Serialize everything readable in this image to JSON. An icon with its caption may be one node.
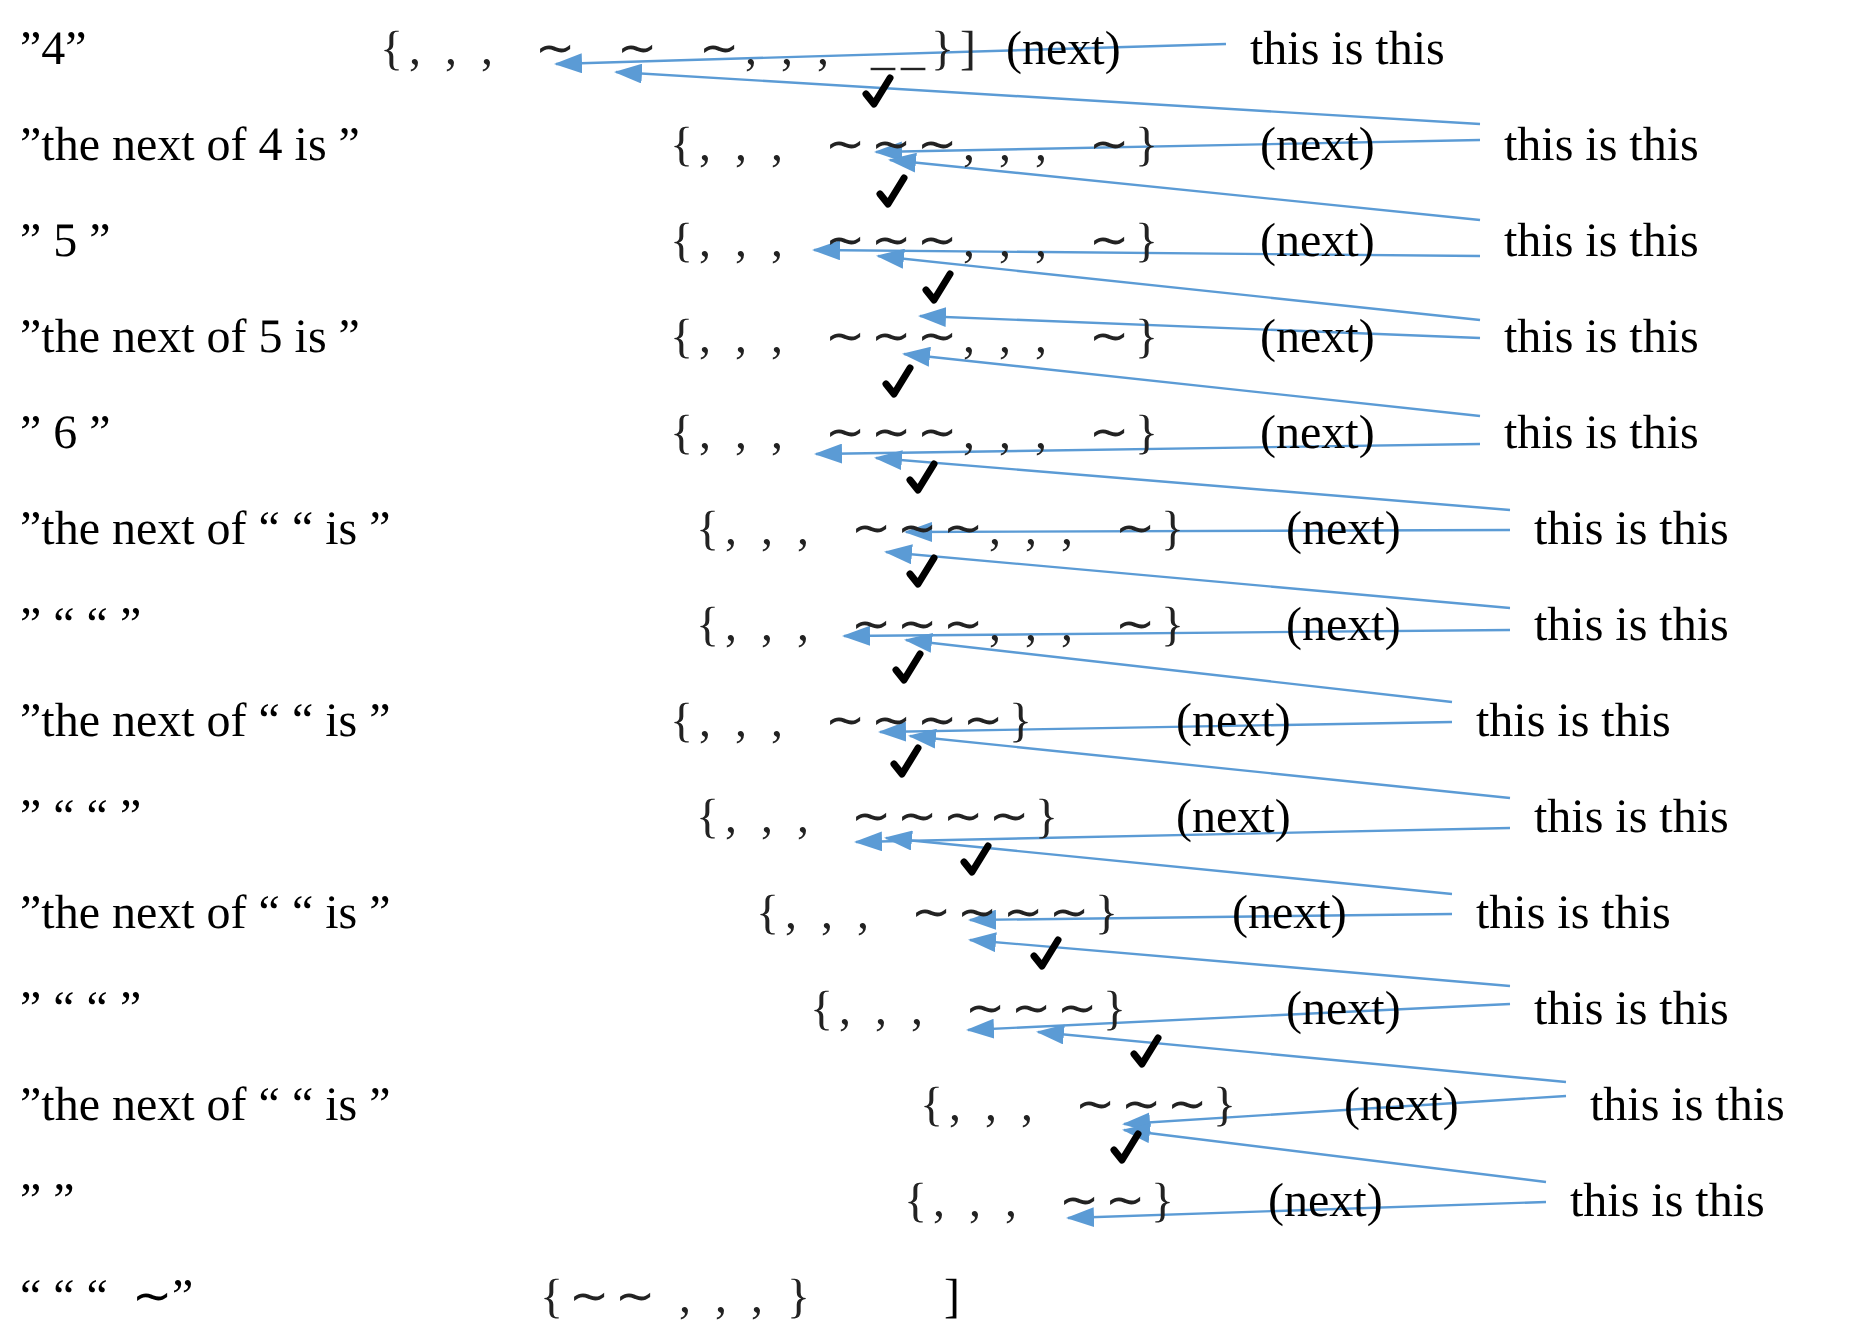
{
  "diagram": {
    "nodes": [
      {
        "text": [
          "{, , ,  ∼  ∼  ∼, , ,  __}]"
        ]
      },
      {
        "text": [
          "this is this"
        ]
      },
      {
        "text": [
          "{, , ,  ∼∼∼, , ,  ∼}"
        ]
      },
      {
        "text": [
          "this is this"
        ]
      },
      {
        "text": [
          "{, , ,  ∼∼∼, , ,  ∼}"
        ]
      },
      {
        "text": [
          "this is this"
        ]
      },
      {
        "text": [
          "{, , ,  ∼∼∼, , ,  ∼}"
        ]
      },
      {
        "text": [
          "this is this"
        ]
      },
      {
        "text": [
          "{, , ,  ∼∼∼, , ,  ∼}"
        ]
      },
      {
        "text": [
          "this is this"
        ]
      },
      {
        "text": [
          "{, , ,  ∼∼∼, , ,  ∼}"
        ]
      },
      {
        "text": [
          "this is this"
        ]
      },
      {
        "text": [
          "{, , ,  ∼∼∼, , ,  ∼}"
        ]
      },
      {
        "text": [
          "this is this"
        ]
      },
      {
        "text": [
          "{, , ,  ∼∼∼∼}"
        ]
      },
      {
        "text": [
          "this is this"
        ]
      },
      {
        "text": [
          "{, , ,  ∼∼∼∼}"
        ]
      },
      {
        "text": [
          "this is this"
        ]
      },
      {
        "text": [
          "{, , ,  ∼∼∼∼}"
        ]
      },
      {
        "text": [
          "this is this"
        ]
      },
      {
        "text": [
          "{, , ,  ∼∼∼}"
        ]
      },
      {
        "text": [
          "this is this"
        ]
      },
      {
        "text": [
          "{, , ,  ∼∼∼}"
        ]
      },
      {
        "text": [
          "this is this"
        ]
      },
      {
        "text": [
          "{, , ,  ∼∼}"
        ]
      },
      {
        "text": [
          "this is this"
        ]
      }
    ],
    "edges": [
      {
        "from": 1,
        "to": 0,
        "arrow": "to"
      },
      {
        "from": 3,
        "to": 2,
        "arrow": "to"
      },
      {
        "from": 3,
        "to": 0,
        "arrow": "to"
      },
      {
        "from": 5,
        "to": 4,
        "arrow": "to"
      },
      {
        "from": 5,
        "to": 2,
        "arrow": "to"
      },
      {
        "from": 7,
        "to": 6,
        "arrow": "to"
      },
      {
        "from": 7,
        "to": 4,
        "arrow": "to"
      },
      {
        "from": 9,
        "to": 8,
        "arrow": "to"
      },
      {
        "from": 9,
        "to": 6,
        "arrow": "to"
      },
      {
        "from": 11,
        "to": 10,
        "arrow": "to"
      },
      {
        "from": 11,
        "to": 8,
        "arrow": "to"
      },
      {
        "from": 13,
        "to": 12,
        "arrow": "to"
      },
      {
        "from": 13,
        "to": 10,
        "arrow": "to"
      },
      {
        "from": 15,
        "to": 14,
        "arrow": "to"
      },
      {
        "from": 15,
        "to": 12,
        "arrow": "to"
      },
      {
        "from": 17,
        "to": 16,
        "arrow": "to"
      },
      {
        "from": 17,
        "to": 14,
        "arrow": "to"
      },
      {
        "from": 19,
        "to": 18,
        "arrow": "to"
      },
      {
        "from": 19,
        "to": 16,
        "arrow": "to"
      },
      {
        "from": 21,
        "to": 20,
        "arrow": "to"
      },
      {
        "from": 21,
        "to": 18,
        "arrow": "to"
      },
      {
        "from": 23,
        "to": 22,
        "arrow": "to"
      },
      {
        "from": 23,
        "to": 20,
        "arrow": "to"
      },
      {
        "from": 25,
        "to": 24,
        "arrow": "to"
      },
      {
        "from": 25,
        "to": 22,
        "arrow": "to"
      }
    ],
    "labels": [
      "”4”",
      "(next)",
      "”the next of 4 is ”",
      "(next)",
      "” 5 ”",
      "(next)",
      "”the next of 5 is ”",
      "(next)",
      "” 6 ”",
      "(next)",
      "”the next of “ “ is ”",
      "(next)",
      "” “ “ ”",
      "(next)",
      "”the next of “ “ is ”",
      "(next)",
      "” “ “ ”",
      "(next)",
      "”the next of “ “ is ”",
      "(next)",
      "” “ “ ”",
      "(next)",
      "”the next of “ “ is ”",
      "(next)",
      "” ”",
      "(next)",
      "“ “ “  ∼”",
      "{∼∼ , , , }",
      "]"
    ]
  }
}
